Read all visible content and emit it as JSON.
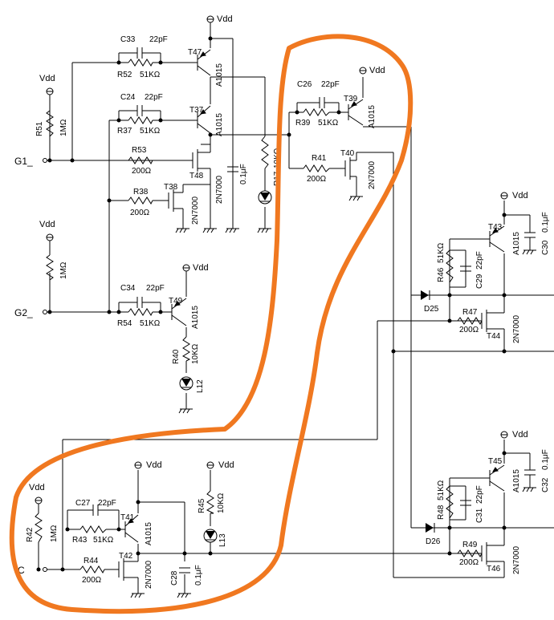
{
  "circuit": {
    "supply_label": "Vdd",
    "inputs": {
      "g1": "G1_",
      "g2": "G2_",
      "c": "C"
    },
    "transistors": {
      "t47": {
        "ref": "T47",
        "part": "A1015"
      },
      "t37": {
        "ref": "T37",
        "part": "A1015"
      },
      "t48": {
        "ref": "T48",
        "part": "2N7000"
      },
      "t38": {
        "ref": "T38",
        "part": "2N7000"
      },
      "t49": {
        "ref": "T49",
        "part": "A1015"
      },
      "t39": {
        "ref": "T39",
        "part": "A1015"
      },
      "t40": {
        "ref": "T40",
        "part": "2N7000"
      },
      "t43": {
        "ref": "T43",
        "part": "A1015"
      },
      "t44": {
        "ref": "T44",
        "part": "2N7000"
      },
      "t45": {
        "ref": "T45",
        "part": "A1015"
      },
      "t46": {
        "ref": "T46",
        "part": "2N7000"
      },
      "t41": {
        "ref": "T41",
        "part": "A1015"
      },
      "t42": {
        "ref": "T42",
        "part": "2N7000"
      }
    },
    "resistors": {
      "r51": {
        "ref": "R51",
        "value": "1MΩ"
      },
      "r52": {
        "ref": "R52",
        "value": "51KΩ"
      },
      "r37": {
        "ref": "R37",
        "value": "51KΩ"
      },
      "r53": {
        "ref": "R53",
        "value": "200Ω"
      },
      "r38": {
        "ref": "R38",
        "value": "200Ω"
      },
      "r17": {
        "ref": "R17",
        "value": "10KΩ"
      },
      "r_g2": {
        "value": "1MΩ"
      },
      "r54": {
        "ref": "R54",
        "value": "51KΩ"
      },
      "r40": {
        "ref": "R40",
        "value": "10KΩ"
      },
      "r39": {
        "ref": "R39",
        "value": "51KΩ"
      },
      "r41": {
        "ref": "R41",
        "value": "200Ω"
      },
      "r46": {
        "ref": "R46",
        "value": "51KΩ"
      },
      "r47": {
        "ref": "R47",
        "value": "200Ω"
      },
      "r48": {
        "ref": "R48",
        "value": "51KΩ"
      },
      "r49": {
        "ref": "R49",
        "value": "200Ω"
      },
      "r42": {
        "ref": "R42",
        "value": "1MΩ"
      },
      "r43": {
        "ref": "R43",
        "value": "51KΩ"
      },
      "r44": {
        "ref": "R44",
        "value": "200Ω"
      },
      "r45": {
        "ref": "R45",
        "value": "10KΩ"
      }
    },
    "capacitors": {
      "c33": {
        "ref": "C33",
        "value": "22pF"
      },
      "c24": {
        "ref": "C24",
        "value": "22pF"
      },
      "c34": {
        "ref": "C34",
        "value": "22pF"
      },
      "c26": {
        "ref": "C26",
        "value": "22pF"
      },
      "c29": {
        "ref": "C29",
        "value": "22pF"
      },
      "c31": {
        "ref": "C31",
        "value": "22pF"
      },
      "c27": {
        "ref": "C27",
        "value": "22pF"
      },
      "c30": {
        "ref": "C30",
        "value": "0.1μF"
      },
      "c32": {
        "ref": "C32",
        "value": "0.1μF"
      },
      "c28": {
        "ref": "C28",
        "value": "0.1μF"
      },
      "c_top": {
        "value": "0.1μF"
      }
    },
    "diodes": {
      "d25": "D25",
      "d26": "D26"
    },
    "leds": {
      "l12": "L12",
      "l13": "L13"
    },
    "highlight_color": "#f07820"
  }
}
